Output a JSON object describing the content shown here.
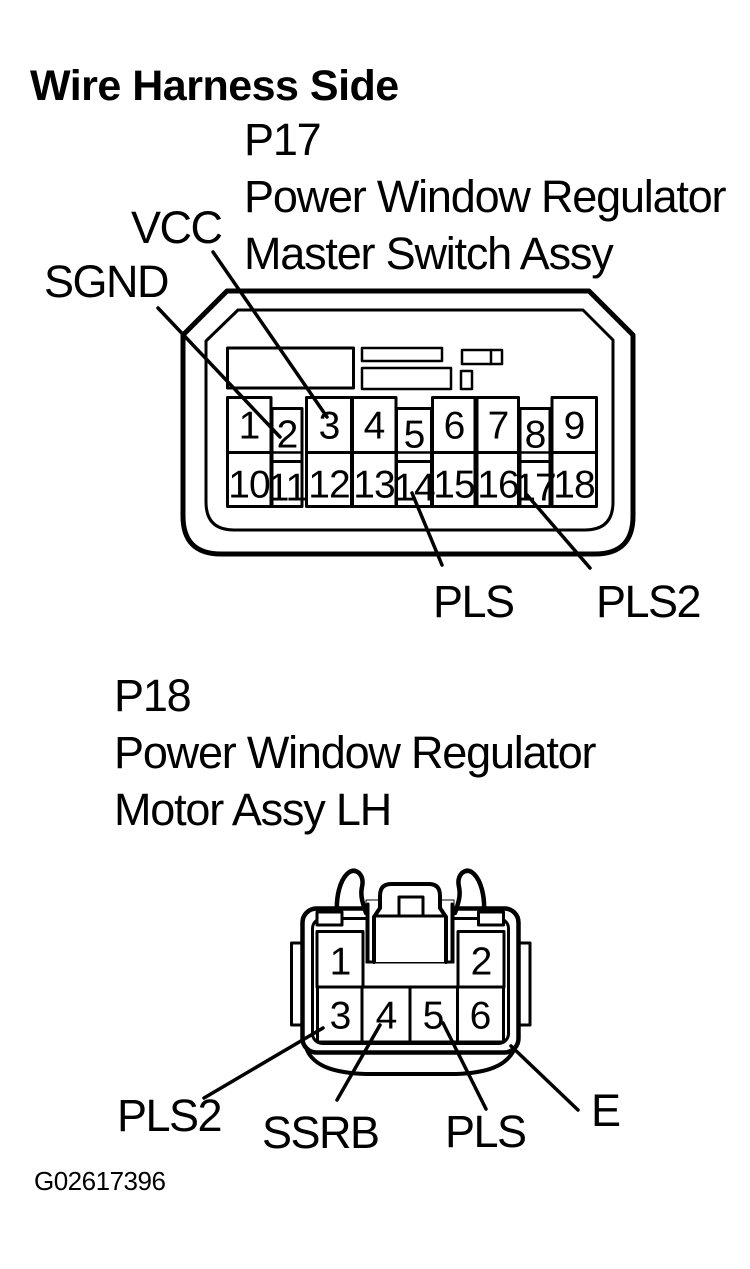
{
  "title": "Wire Harness Side",
  "figure_id": "G02617396",
  "colors": {
    "line": "#000000",
    "background": "#ffffff"
  },
  "connectors": {
    "p17": {
      "id": "P17",
      "name_line1": "Power Window Regulator",
      "name_line2": "Master Switch Assy",
      "pins": [
        "1",
        "2",
        "3",
        "4",
        "5",
        "6",
        "7",
        "8",
        "9",
        "10",
        "11",
        "12",
        "13",
        "14",
        "15",
        "16",
        "17",
        "18"
      ],
      "signals": [
        {
          "label": "SGND",
          "pin": "2"
        },
        {
          "label": "VCC",
          "pin": "3"
        },
        {
          "label": "PLS",
          "pin": "14"
        },
        {
          "label": "PLS2",
          "pin": "17"
        }
      ]
    },
    "p18": {
      "id": "P18",
      "name_line1": "Power Window Regulator",
      "name_line2": "Motor Assy LH",
      "pins": [
        "1",
        "2",
        "3",
        "4",
        "5",
        "6"
      ],
      "signals": [
        {
          "label": "PLS2",
          "pin": "3"
        },
        {
          "label": "SSRB",
          "pin": "4"
        },
        {
          "label": "PLS",
          "pin": "5"
        },
        {
          "label": "E",
          "pin": "6"
        }
      ]
    }
  }
}
